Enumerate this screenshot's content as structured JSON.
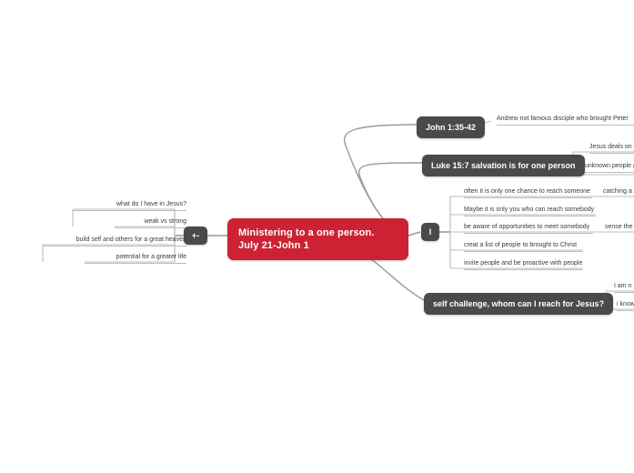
{
  "diagram": {
    "type": "mind-map",
    "background": "#ffffff",
    "root_color": "#cc2233",
    "branch_color": "#4a4a4a",
    "edge_color": "#9a9a9a",
    "leaf_rule_color": "#bdbdbd",
    "root": {
      "label": "Ministering to a one person. July 21-John 1"
    },
    "left_branch": {
      "toggle_label": "+-",
      "items": [
        {
          "label": "what do I have in Jesus?"
        },
        {
          "label": "weak vs strong"
        },
        {
          "label": "build self and others for a great heaven"
        },
        {
          "label": "potential for a greater life"
        }
      ]
    },
    "right_branches": [
      {
        "name": "john-branch",
        "label": "John 1:35-42",
        "children": [
          {
            "label": "Andrew not famous disciple who brought Peter"
          }
        ]
      },
      {
        "name": "luke-branch",
        "label": "Luke 15:7 salvation is for one person",
        "children": [
          {
            "label": "Jesus deals on ind"
          },
          {
            "label": "unknown people a"
          }
        ]
      },
      {
        "name": "outreach-branch",
        "label": "I",
        "children": [
          {
            "label": "often it is only one chance to reach someone"
          },
          {
            "label": "Maybe it is only you who can reach somebody"
          },
          {
            "label": "be aware of opportunities to meet somebody"
          },
          {
            "label": "creat a list of people to brought to Christ"
          },
          {
            "label": "invite people and be proactive with people"
          }
        ],
        "grandchildren": [
          {
            "label": "catching a f"
          },
          {
            "label": "sense the Sp"
          }
        ]
      },
      {
        "name": "self-challenge-branch",
        "label": "self challenge, whom can I reach for Jesus?",
        "children": [
          {
            "label": "I am n"
          },
          {
            "label": "i know"
          }
        ]
      }
    ]
  }
}
